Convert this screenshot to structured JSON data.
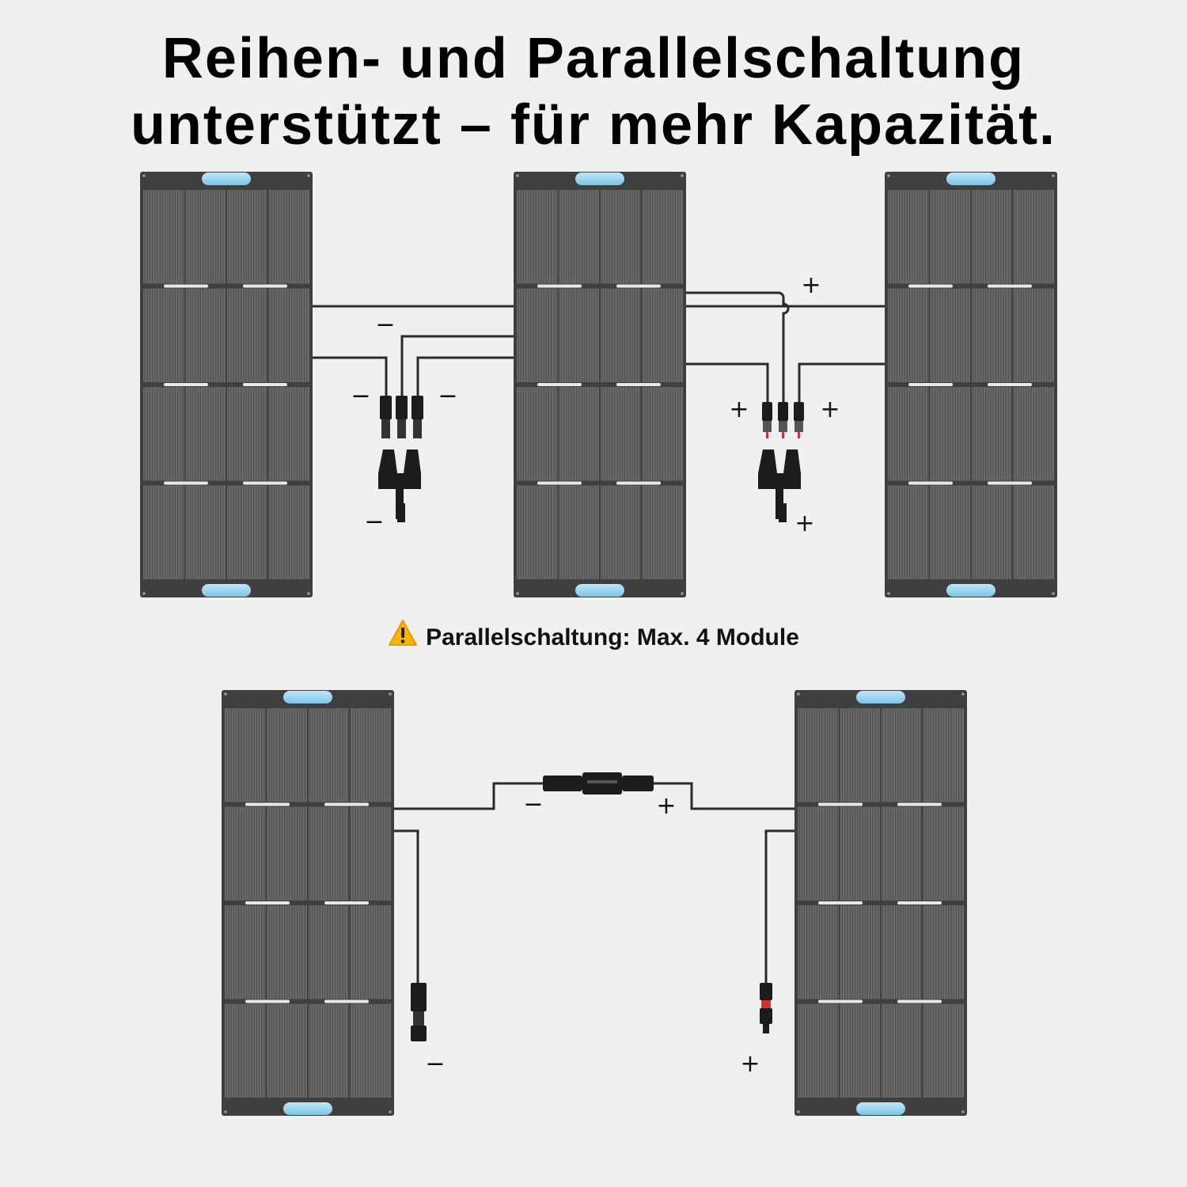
{
  "title": {
    "line1": "Reihen- und Parallelschaltung",
    "line2": "unterstützt – für mehr Kapazität."
  },
  "note": {
    "icon": "warning-icon",
    "text": "Parallelschaltung: Max. 4 Module"
  },
  "signs": {
    "minus": "−",
    "plus": "+"
  },
  "colors": {
    "background": "#f0f0f0",
    "panel": "#3f3f3f",
    "handle": "#8fd0ee",
    "wire": "#222222",
    "warning": "#f7b500"
  }
}
